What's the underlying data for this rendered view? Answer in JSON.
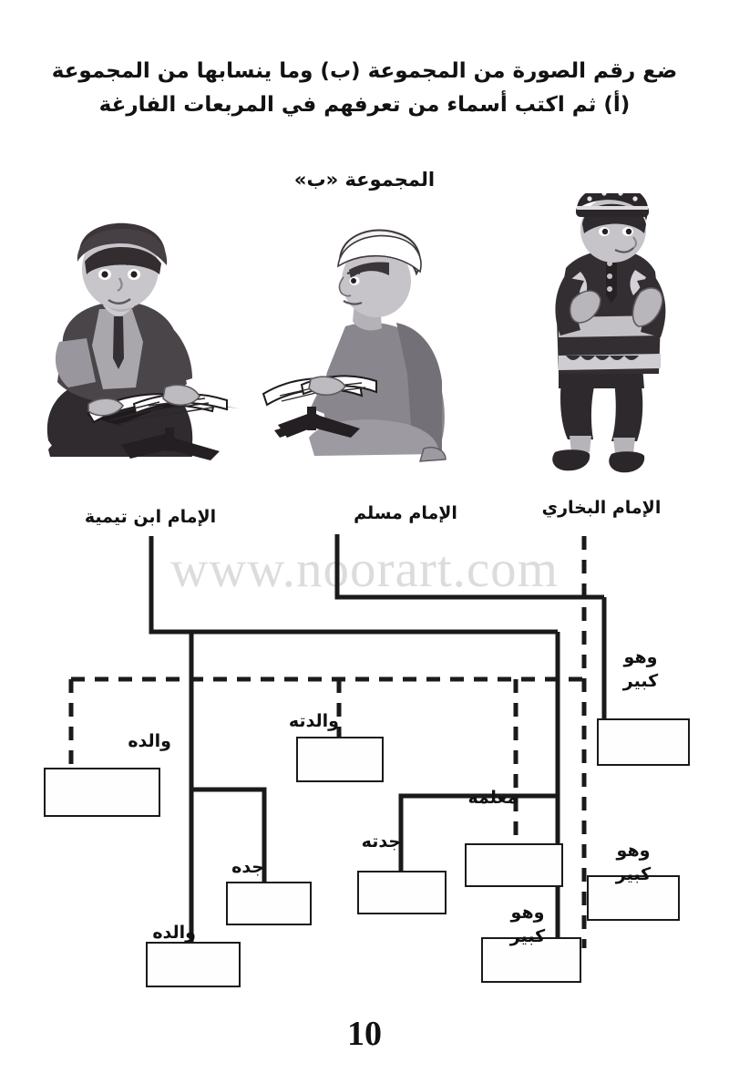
{
  "page": {
    "instruction": "ضع رقم الصورة من المجموعة (ب)  وما ينسابها من المجموعة (أ) ثم اكتب أسماء من تعرفهم في المربعات الفارغة",
    "subtitle": "المجموعة «ب»",
    "page_number": "10",
    "watermark": "www.noorart.com"
  },
  "figures": [
    {
      "id": "figure-boy-reading-quran",
      "alt": "boy-with-turban-reading-quran-on-rihal",
      "label": "الإمام ابن تيمية"
    },
    {
      "id": "figure-man-reading-quran",
      "alt": "seated-man-with-white-turban-reading-quran",
      "label": "الإمام مسلم"
    },
    {
      "id": "figure-boy-praying",
      "alt": "standing-boy-with-cap-making-dua",
      "label": "الإمام البخاري"
    }
  ],
  "diagram": {
    "labels": [
      {
        "id": "label-walidoh-left",
        "text": "والده"
      },
      {
        "id": "label-walidatoh",
        "text": "والدته"
      },
      {
        "id": "label-wahuwa-kabir-right-top",
        "line1": "وهو",
        "line2": "كبير"
      },
      {
        "id": "label-mu3allimuh",
        "text": "معلمه"
      },
      {
        "id": "label-jadduh",
        "text": "جده"
      },
      {
        "id": "label-jaddatuh",
        "text": "جدته"
      },
      {
        "id": "label-wahuwa-kabir-right-bottom",
        "line1": "وهو",
        "line2": "كبير"
      },
      {
        "id": "label-wahuwa-kabir-middle",
        "line1": "وهو",
        "line2": "كبير"
      },
      {
        "id": "label-walidoh-bottom",
        "text": "والده"
      }
    ],
    "answer_boxes": [
      {
        "id": "answer-box-walidoh-left",
        "value": ""
      },
      {
        "id": "answer-box-walidatoh",
        "value": ""
      },
      {
        "id": "answer-box-wahuwa-kabir-right-top",
        "value": ""
      },
      {
        "id": "answer-box-mu3allimuh",
        "value": ""
      },
      {
        "id": "answer-box-jadduh",
        "value": ""
      },
      {
        "id": "answer-box-jaddatuh",
        "value": ""
      },
      {
        "id": "answer-box-wahuwa-kabir-right-bottom",
        "value": ""
      },
      {
        "id": "answer-box-wahuwa-kabir-middle",
        "value": ""
      },
      {
        "id": "answer-box-walidoh-bottom",
        "value": ""
      }
    ]
  },
  "colors": {
    "ink": "#111111",
    "watermark": "#dcdcdc",
    "box_border": "#1a1a1a",
    "figure_dark": "#3a3538",
    "figure_mid": "#8d8a90",
    "figure_light": "#c9c6cb"
  }
}
